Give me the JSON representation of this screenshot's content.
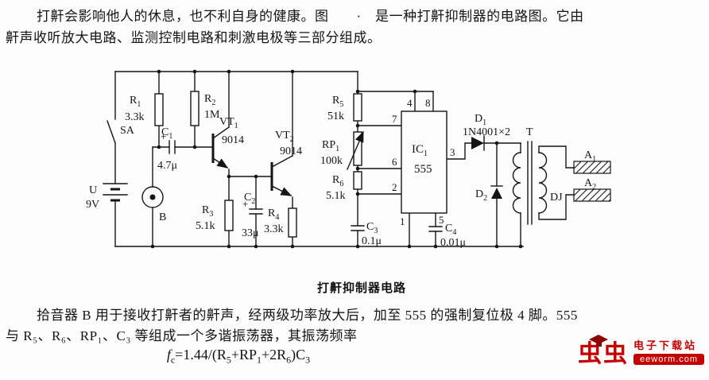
{
  "intro": {
    "line1": "打鼾会影响他人的休息，也不利自身的健康。图　　·　是一种打鼾抑制器的电路图。它由",
    "line2": "鼾声收听放大电路、监测控制电路和刺激电极等三部分组成。"
  },
  "figure": {
    "caption": "打鼾抑制器电路"
  },
  "body": {
    "line1": "拾音器 B 用于接收打鼾者的鼾声，经两级功率放大后，加至 555 的强制复位极 4 脚。555",
    "line2": "与 R₅、R₆、RP₁、C₃ 等组成一个多谐振荡器，其振荡频率"
  },
  "formula": {
    "lhs": "f",
    "lhs_sub": "c",
    "seg1": "=1.44/(R",
    "sub1": "5",
    "seg2": "+RP",
    "sub2": "1",
    "seg3": "+2R",
    "sub3": "6",
    "seg4": ")C",
    "sub4": "3"
  },
  "logo": {
    "brand": "虫虫",
    "site": "电子下载站",
    "url": "eeworm.com"
  },
  "circuit": {
    "labels": {
      "sa": {
        "name": "SA"
      },
      "u": {
        "name": "U"
      },
      "v9": {
        "value": "9V"
      },
      "b": {
        "name": "B"
      },
      "r1": {
        "name": "R",
        "sub": "1",
        "value": "3.3k"
      },
      "c1": {
        "name": "C",
        "sub": "1",
        "value": "4.7μ",
        "plus": "+"
      },
      "r2": {
        "name": "R",
        "sub": "2",
        "value": "1M"
      },
      "vt1": {
        "name": "VT",
        "sub": "1",
        "value": "9014"
      },
      "vt2": {
        "name": "VT",
        "sub": "2",
        "value": "9014"
      },
      "r3": {
        "name": "R",
        "sub": "3",
        "value": "5.1k"
      },
      "c2": {
        "name": "C",
        "sub": "2",
        "value": "33μ",
        "plus": "+"
      },
      "r4": {
        "name": "R",
        "sub": "4",
        "value": "3.3k"
      },
      "r5": {
        "name": "R",
        "sub": "5",
        "value": "51k"
      },
      "rp1": {
        "name": "RP",
        "sub": "1",
        "value": "100k"
      },
      "r6": {
        "name": "R",
        "sub": "6",
        "value": "5.1k"
      },
      "c3": {
        "name": "C",
        "sub": "3",
        "value": "0.1μ"
      },
      "c4": {
        "name": "C",
        "sub": "4",
        "value": "0.01μ"
      },
      "ic1": {
        "name": "IC",
        "sub": "1",
        "value": "555"
      },
      "d1": {
        "name": "D",
        "sub": "1",
        "value": "1N4001×2"
      },
      "d2": {
        "name": "D",
        "sub": "2"
      },
      "t": {
        "name": "T"
      },
      "dj": {
        "name": "DJ"
      },
      "a1": {
        "name": "A",
        "sub": "1"
      },
      "a2": {
        "name": "A",
        "sub": "2"
      }
    },
    "ic_pins": {
      "p4": "4",
      "p8": "8",
      "p7": "7",
      "p6": "6",
      "p2": "2",
      "p3": "3",
      "p1": "1",
      "p5": "5"
    }
  }
}
